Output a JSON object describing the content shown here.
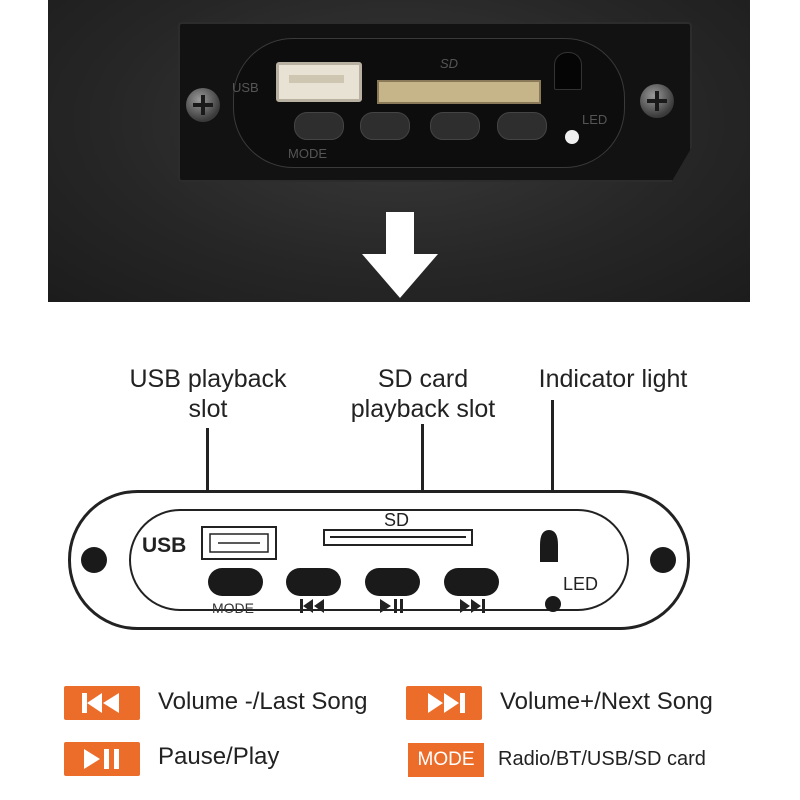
{
  "photo": {
    "usb_text": "USB",
    "sd_text": "SD",
    "led_text": "LED",
    "mode_text": "MODE"
  },
  "callouts": {
    "usb_line1": "USB playback",
    "usb_line2": "slot",
    "sd_line1": "SD card",
    "sd_line2": "playback slot",
    "indicator": "Indicator light"
  },
  "panel": {
    "usb_label": "USB",
    "sd_label": "SD",
    "led_label": "LED",
    "mode_label": "MODE"
  },
  "legend": {
    "prev": "Volume -/Last Song",
    "next": "Volume+/Next Song",
    "play": "Pause/Play",
    "mode_badge": "MODE",
    "mode": "Radio/BT/USB/SD card"
  },
  "colors": {
    "accent": "#ec6c2a"
  },
  "icons": [
    "prev-icon",
    "play-pause-icon",
    "next-icon"
  ]
}
